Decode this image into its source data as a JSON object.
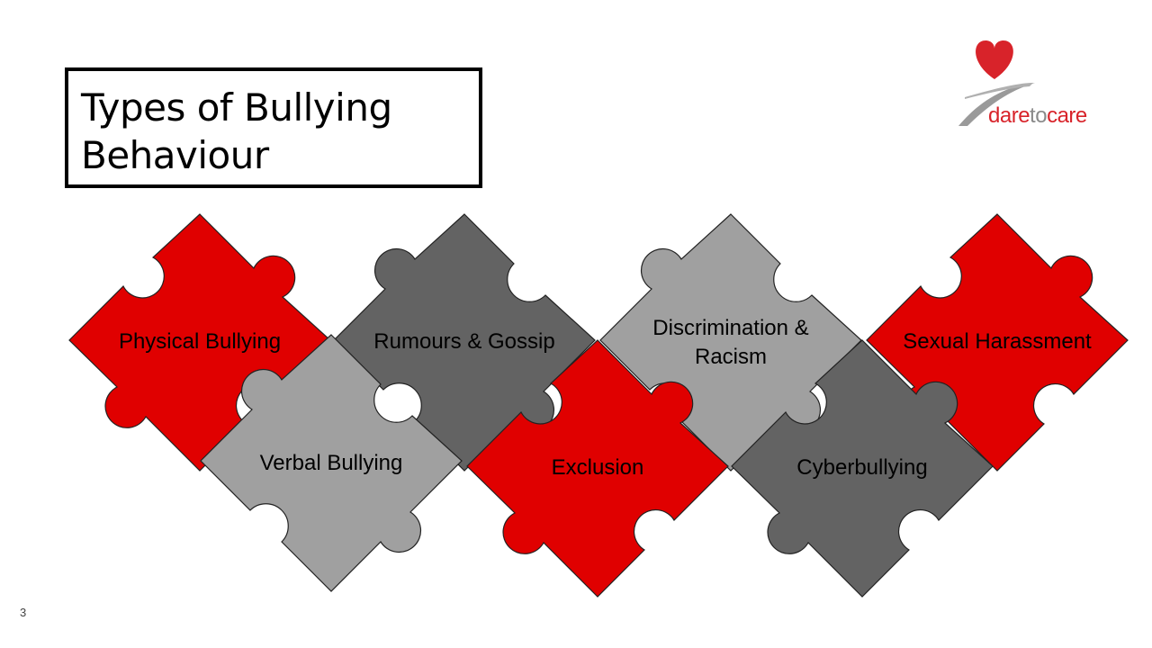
{
  "slide": {
    "title": "Types of Bullying Behaviour",
    "page_number": "3"
  },
  "logo": {
    "part1": "dare",
    "part2": "to",
    "part3": "care"
  },
  "pieces": [
    {
      "label": "Physical Bullying",
      "color": "#e00000"
    },
    {
      "label": "Rumours & Gossip",
      "color": "#636363"
    },
    {
      "label_line1": "Discrimination &",
      "label_line2": "Racism",
      "color": "#a0a0a0"
    },
    {
      "label": "Sexual Harassment",
      "color": "#e00000"
    },
    {
      "label": "Verbal Bullying",
      "color": "#a0a0a0"
    },
    {
      "label": "Exclusion",
      "color": "#e00000"
    },
    {
      "label": "Cyberbullying",
      "color": "#636363"
    }
  ],
  "colors": {
    "red": "#e00000",
    "dark_gray": "#636363",
    "light_gray": "#a0a0a0",
    "brand_red": "#d8232a"
  }
}
